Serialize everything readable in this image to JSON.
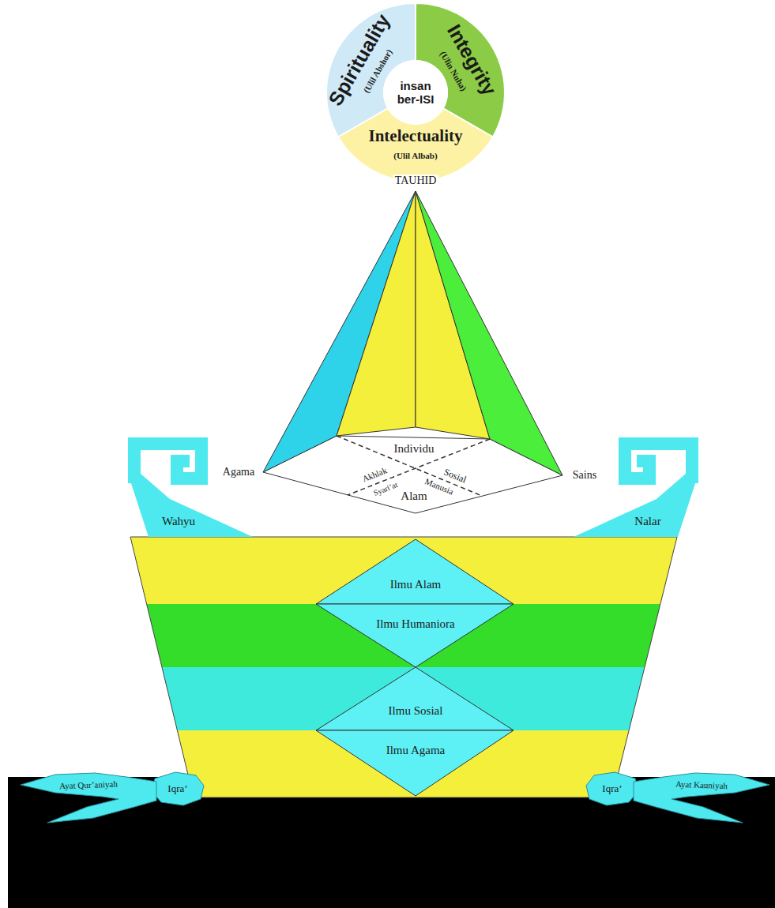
{
  "diagram": {
    "nodes": [
      {
        "text": [
          "Spirituality",
          "(Ulil Abshor)"
        ]
      },
      {
        "text": [
          "Integrity",
          "(Ulin Nuha)"
        ]
      },
      {
        "text": [
          "insan ber-ISI"
        ]
      },
      {
        "text": [
          "Intelectuality",
          "(Ulil Albab)"
        ]
      },
      {
        "text": [
          "Wahyu"
        ]
      },
      {
        "text": [
          "Nalar"
        ]
      },
      {
        "text": [
          "Ilmu Alam"
        ]
      },
      {
        "text": [
          "Ilmu Humaniora"
        ]
      },
      {
        "text": [
          "Ilmu Sosial"
        ]
      },
      {
        "text": [
          "Ilmu Agama"
        ]
      },
      {
        "text": [
          "Iqra’"
        ]
      },
      {
        "text": [
          "Ayat Qur’aniyah"
        ]
      },
      {
        "text": [
          "Iqra’"
        ]
      },
      {
        "text": [
          "Ayat Kauniyah"
        ]
      }
    ],
    "labels": [
      "TAUHID",
      "Agama",
      "Individu",
      "Sains",
      "Akhlak",
      "Sosial",
      "Syari’at",
      "Manusia",
      "Alam"
    ]
  }
}
